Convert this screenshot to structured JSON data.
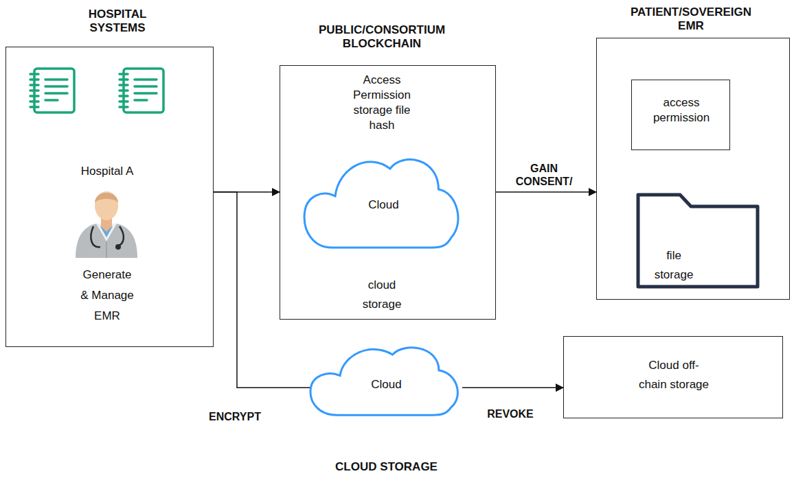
{
  "diagram": {
    "nodes": [
      {
        "text": [
          "HOSPITAL SYSTEMS",
          "Hospital A",
          "Generate & Manage EMR"
        ]
      },
      {
        "text": [
          "PUBLIC/CONSORTIUM BLOCKCHAIN",
          "Access Permission storage file hash",
          "cloud storage"
        ]
      },
      {
        "text": [
          "Cloud"
        ],
        "in": 1
      },
      {
        "text": [
          "PATIENT/SOVEREIGN EMR"
        ]
      },
      {
        "text": [
          "access permission"
        ],
        "in": 3
      },
      {
        "text": [
          "file storage"
        ],
        "in": 3
      },
      {
        "text": [
          "Cloud",
          "CLOUD STORAGE"
        ]
      },
      {
        "text": [
          "Cloud off- chain storage"
        ]
      }
    ],
    "edges": [
      {
        "from": 0,
        "to": 1,
        "arrow": "to"
      },
      {
        "from": 0,
        "to": 6,
        "label": "ENCRYPT",
        "arrow": "none"
      },
      {
        "from": 1,
        "to": 3,
        "label": "GAIN CONSENT/",
        "arrow": "to"
      },
      {
        "from": 6,
        "to": 7,
        "label": "REVOKE",
        "arrow": "to"
      }
    ]
  }
}
